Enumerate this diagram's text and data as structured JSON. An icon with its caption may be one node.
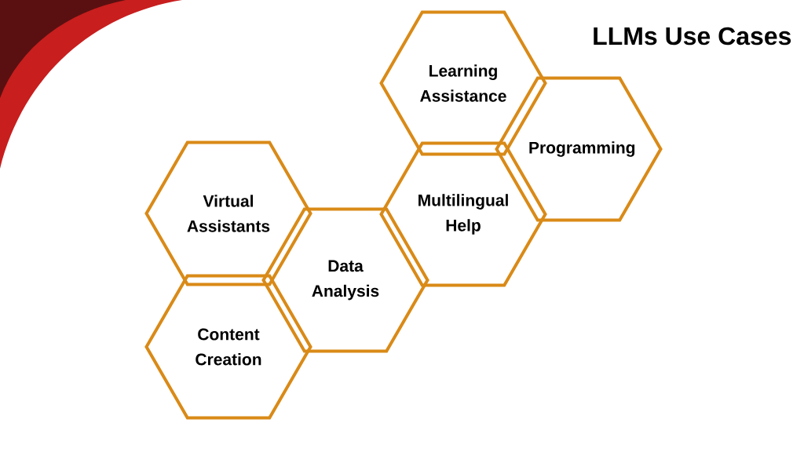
{
  "diagram": {
    "title": "LLMs Use Cases",
    "nodes": [
      {
        "text": [
          "Learning Assistance"
        ]
      },
      {
        "text": [
          "Programming"
        ]
      },
      {
        "text": [
          "Virtual Assistants"
        ]
      },
      {
        "text": [
          "Multilingual Help"
        ]
      },
      {
        "text": [
          "Data Analysis"
        ]
      },
      {
        "text": [
          "Content Creation"
        ]
      }
    ]
  }
}
